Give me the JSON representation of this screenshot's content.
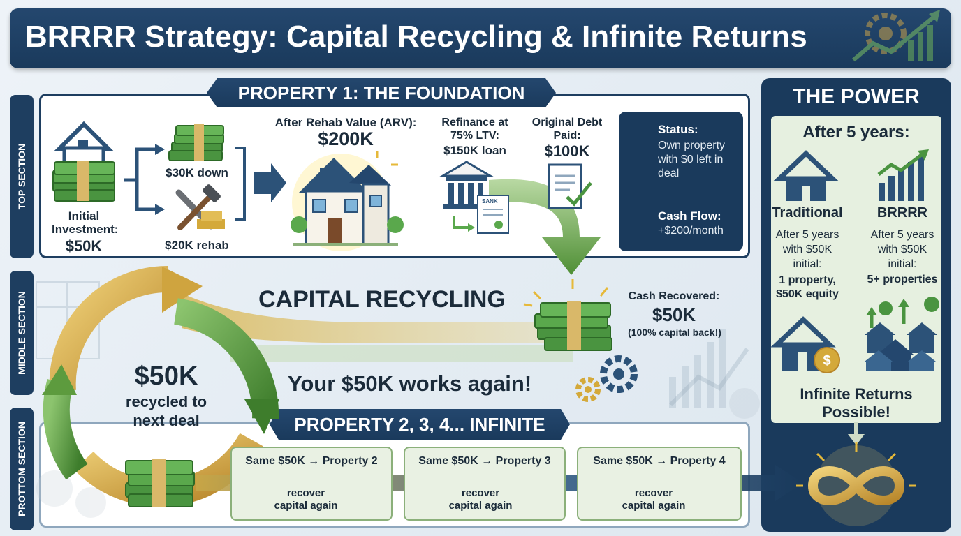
{
  "title": "BRRRR Strategy: Capital Recycling & Infinite Returns",
  "section_tabs": {
    "top": "TOP SECTION",
    "middle": "MIDDLE SECTION",
    "bottom": "PROTTOM SECTION"
  },
  "property1": {
    "banner": "PROPERTY 1: THE FOUNDATION",
    "initial_label": "Initial Investment:",
    "initial_value": "$50K",
    "down_label": "$30K down",
    "rehab_label": "$20K rehab",
    "arv_label": "After Rehab Value (ARV):",
    "arv_value": "$200K",
    "refi_label": "Refinance at 75% LTV:",
    "refi_value": "$150K loan",
    "bank_sign": "SANK",
    "debt_label": "Original Debt Paid:",
    "debt_value": "$100K",
    "status_label": "Status:",
    "status_text": "Own property with $0 left in deal",
    "cashflow_label": "Cash Flow:",
    "cashflow_value": "+$200/month"
  },
  "middle": {
    "heading": "CAPITAL RECYCLING",
    "recovered_label": "Cash Recovered:",
    "recovered_value": "$50K",
    "recovered_note": "(100% capital back!)",
    "works_again": "Your $50K works again!",
    "cycle_value": "$50K",
    "cycle_text": "recycled to next deal"
  },
  "bottom": {
    "banner": "PROPERTY 2, 3, 4... INFINITE",
    "steps": [
      {
        "title": "Same $50K → Property 2",
        "action": "recover capital again"
      },
      {
        "title": "Same $50K → Property 3",
        "action": "recover capital again"
      },
      {
        "title": "Same $50K → Property 4",
        "action": "recover capital again"
      }
    ]
  },
  "power": {
    "heading": "THE POWER",
    "subheading": "After 5 years:",
    "traditional": {
      "label": "Traditional",
      "desc": "After 5 years with $50K initial:",
      "result": "1 property, $50K equity"
    },
    "brrrr": {
      "label": "BRRRR",
      "desc": "After 5 years with $50K initial:",
      "result": "5+ properties"
    },
    "conclusion": "Infinite Returns Possible!"
  },
  "colors": {
    "navy": "#1a3a5c",
    "green": "#5d9b3e",
    "gold": "#d4a93a",
    "cash": "#3f8a3a"
  }
}
